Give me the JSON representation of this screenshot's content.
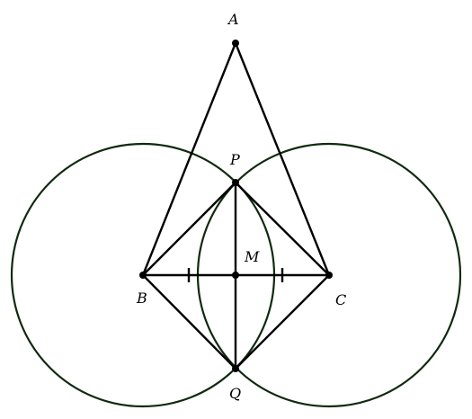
{
  "colors": {
    "circle_stroke": "#0f2a0f",
    "line_stroke": "#000000",
    "point_fill": "#000000",
    "background": "#ffffff"
  },
  "points": {
    "A": {
      "label": "A"
    },
    "B": {
      "label": "B"
    },
    "C": {
      "label": "C"
    },
    "P": {
      "label": "P"
    },
    "Q": {
      "label": "Q"
    },
    "M": {
      "label": "M"
    }
  }
}
